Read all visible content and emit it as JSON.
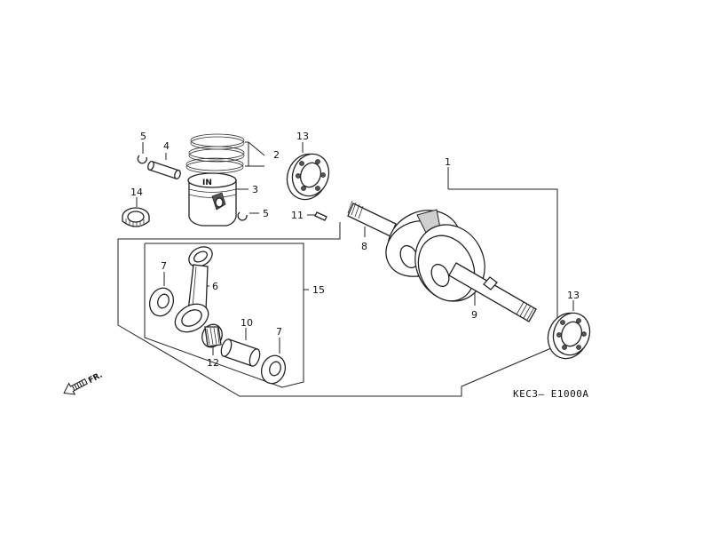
{
  "callouts": {
    "c1": "1",
    "c2": "2",
    "c3": "3",
    "c4": "4",
    "c5a": "5",
    "c5b": "5",
    "c6": "6",
    "c7a": "7",
    "c7b": "7",
    "c8": "8",
    "c9": "9",
    "c10": "10",
    "c11": "11",
    "c12": "12",
    "c13a": "13",
    "c13b": "13",
    "c14": "14",
    "c15": "15"
  },
  "direction_label": "FR.",
  "diagram_code": "KEC3— E1000A"
}
